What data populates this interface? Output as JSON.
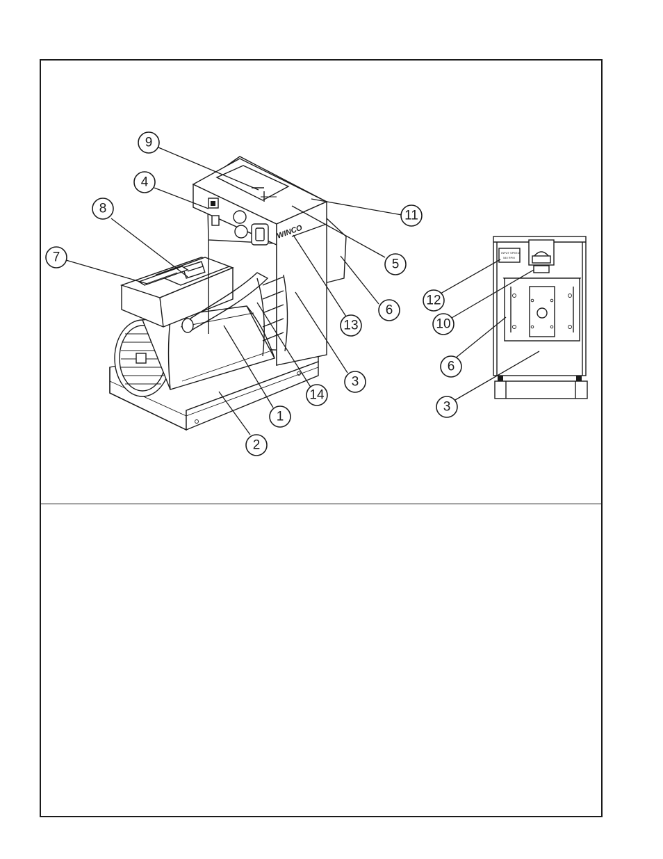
{
  "figure": {
    "callouts": [
      {
        "id": "c9",
        "number": "9"
      },
      {
        "id": "c4",
        "number": "4"
      },
      {
        "id": "c8",
        "number": "8"
      },
      {
        "id": "c7",
        "number": "7"
      },
      {
        "id": "c11",
        "number": "11"
      },
      {
        "id": "c5",
        "number": "5"
      },
      {
        "id": "c6a",
        "number": "6"
      },
      {
        "id": "c13",
        "number": "13"
      },
      {
        "id": "c3a",
        "number": "3"
      },
      {
        "id": "c14",
        "number": "14"
      },
      {
        "id": "c1",
        "number": "1"
      },
      {
        "id": "c2",
        "number": "2"
      },
      {
        "id": "c12",
        "number": "12"
      },
      {
        "id": "c10",
        "number": "10"
      },
      {
        "id": "c6b",
        "number": "6"
      },
      {
        "id": "c3b",
        "number": "3"
      }
    ],
    "brand_mark": "WINCO",
    "plate_line1": "INPUT SPEED",
    "plate_line2": "540 RPM"
  }
}
